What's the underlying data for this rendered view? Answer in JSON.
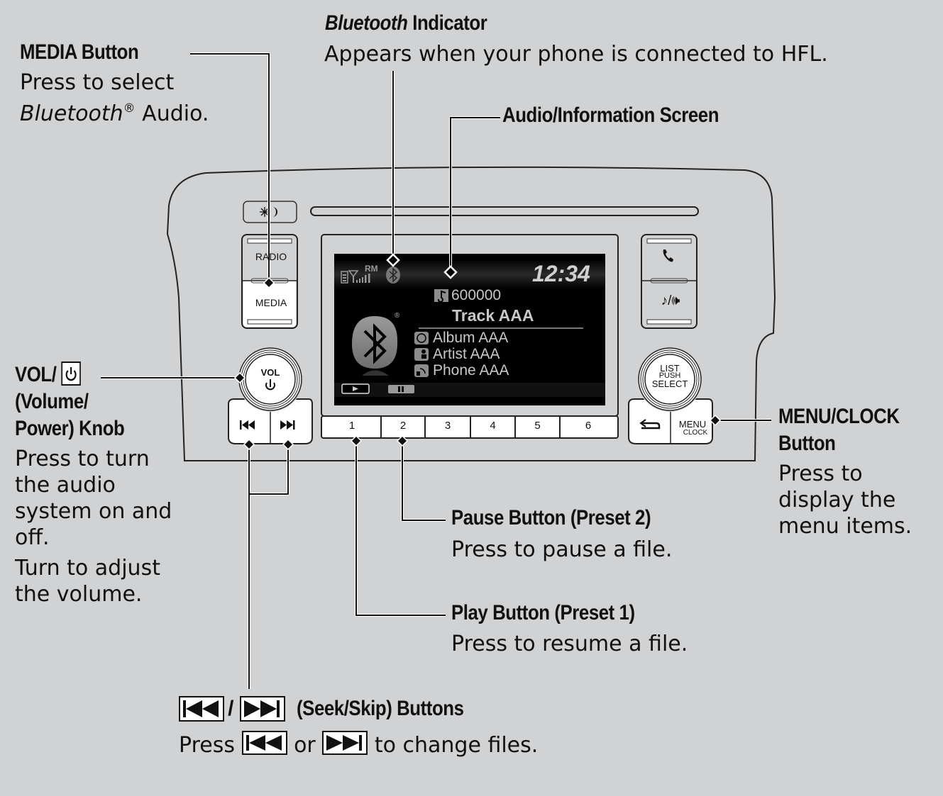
{
  "callouts": {
    "media": {
      "title": "MEDIA Button",
      "desc_line1": "Press to select",
      "desc_italic": "Bluetooth",
      "desc_sup": "®",
      "desc_tail": " Audio."
    },
    "bluetooth": {
      "title_italic": "Bluetooth",
      "title_rest": " Indicator",
      "desc": "Appears when your phone is connected to HFL."
    },
    "screen": {
      "title": "Audio/Information Screen"
    },
    "vol": {
      "title_line1": "VOL/",
      "title_icon": "power-icon",
      "title_line2": "(Volume/",
      "title_line3": "Power) Knob",
      "desc": [
        "Press to turn",
        "the audio",
        "system on and",
        "off."
      ],
      "desc2": [
        "Turn to adjust",
        "the volume."
      ]
    },
    "menu": {
      "title_line1": "MENU/CLOCK",
      "title_line2": "Button",
      "desc": [
        "Press to",
        "display the",
        "menu items."
      ]
    },
    "pause": {
      "title": "Pause Button (Preset 2)",
      "desc": "Press to pause a file."
    },
    "play": {
      "title": "Play Button (Preset 1)",
      "desc": "Press to resume a file."
    },
    "seek": {
      "title_sep": "/",
      "title_rest": "(Seek/Skip) Buttons",
      "desc_press": "Press",
      "desc_or": "or",
      "desc_tail": "to change files."
    }
  },
  "unit": {
    "day_night_icon": "sun-moon-icon",
    "radio_label": "RADIO",
    "media_label": "MEDIA",
    "vol_label": "VOL",
    "phone_icon": "phone-icon",
    "music_speaker_icon": "music-speaker-icon",
    "list_label_1": "LIST",
    "list_label_2": "PUSH",
    "list_label_3": "SELECT",
    "menu_label": "MENU",
    "clock_label": "CLOCK",
    "presets": [
      "1",
      "2",
      "3",
      "4",
      "5",
      "6"
    ]
  },
  "screen": {
    "status_rm": "RM",
    "clock": "12:34",
    "track_number": "600000",
    "track": "Track AAA",
    "album": "Album AAA",
    "artist": "Artist AAA",
    "phone": "Phone AAA",
    "registered": "®"
  },
  "colors": {
    "background": "#d1d2d4",
    "screen": "#000000",
    "screen_text": "#c8c8c8"
  }
}
